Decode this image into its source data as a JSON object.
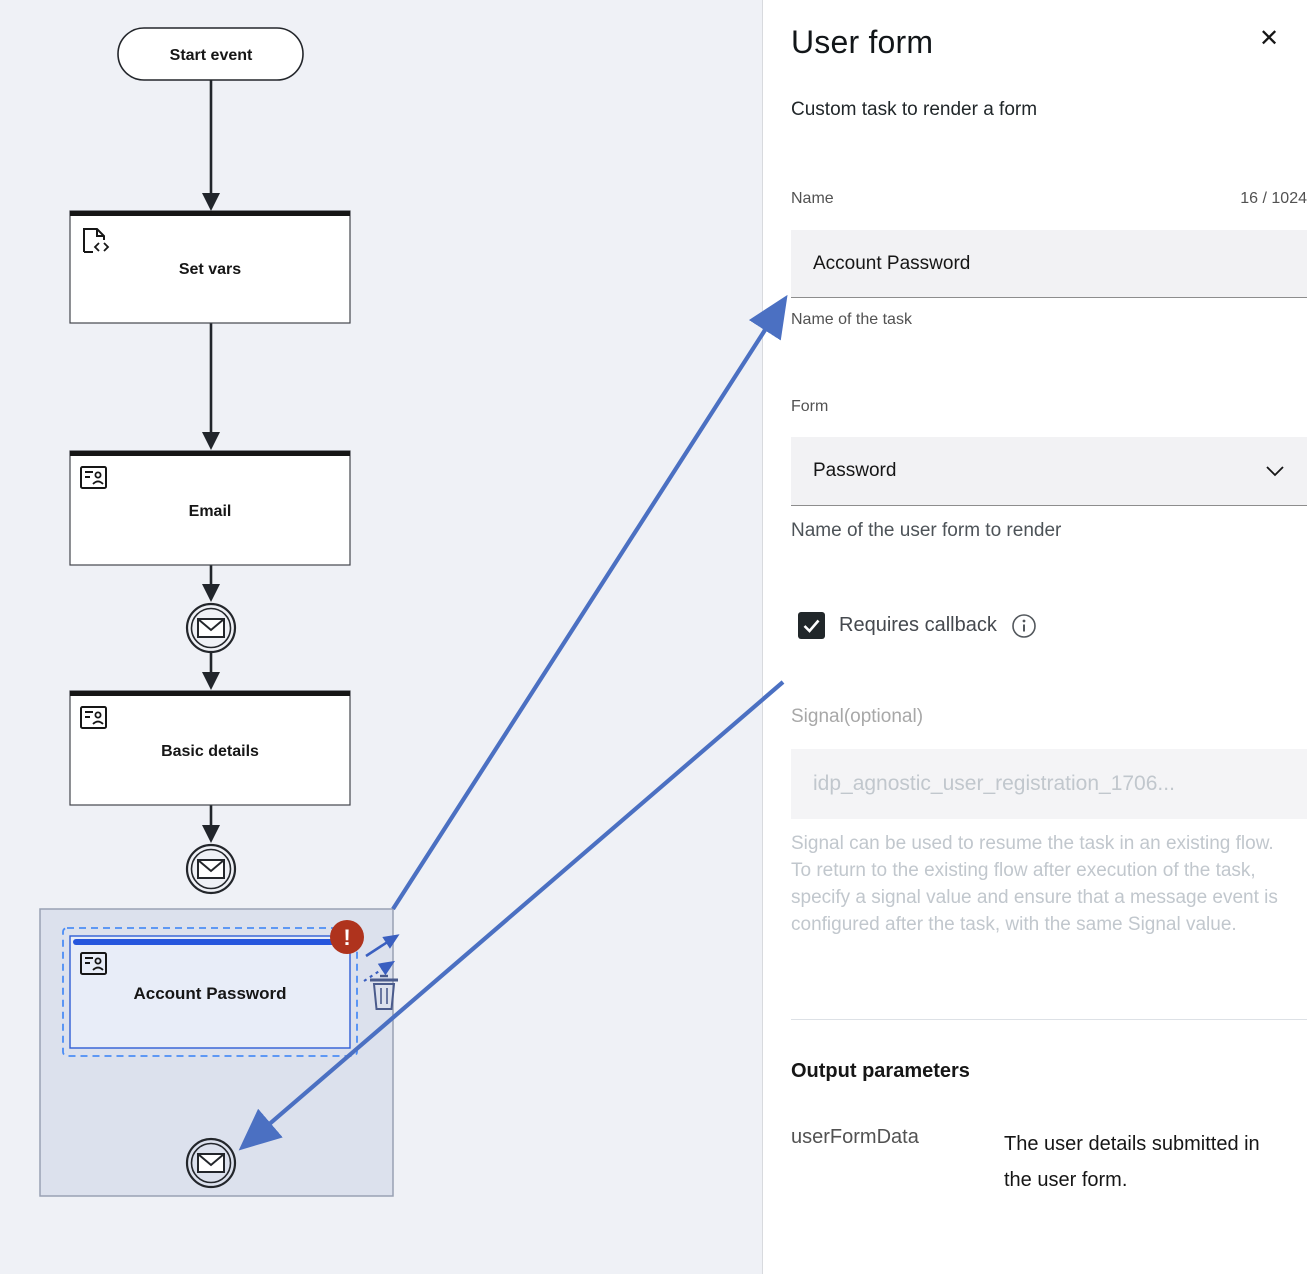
{
  "diagram": {
    "start_label": "Start event",
    "set_vars_label": "Set vars",
    "email_label": "Email",
    "basic_details_label": "Basic details",
    "account_password_label": "Account Password",
    "error_badge_glyph": "!"
  },
  "panel": {
    "title": "User form",
    "subtitle": "Custom task to render a form",
    "close_glyph": "✕",
    "name_field": {
      "label": "Name",
      "counter": "16 / 1024",
      "value": "Account Password",
      "helper": "Name of the task"
    },
    "form_field": {
      "label": "Form",
      "value": "Password",
      "helper": "Name of the user form to render"
    },
    "callback_field": {
      "label": "Requires callback"
    },
    "signal_field": {
      "label": "Signal(optional)",
      "placeholder": "idp_agnostic_user_registration_1706...",
      "helper": "Signal can be used to resume the task in an existing flow. To return to the existing flow after execution of the task, specify a signal value and ensure that a message event is configured after the task, with the same Signal value."
    },
    "output": {
      "heading": "Output parameters",
      "params": [
        {
          "name": "userFormData",
          "description": "The user details submitted in the user form."
        }
      ]
    }
  },
  "colors": {
    "annotation_blue": "#4b70c2",
    "node_accent_blue": "#2656dd",
    "selection_dash_blue": "#4c8df5",
    "error_red": "#af331d",
    "selection_region_bg": "#dce1ed"
  }
}
